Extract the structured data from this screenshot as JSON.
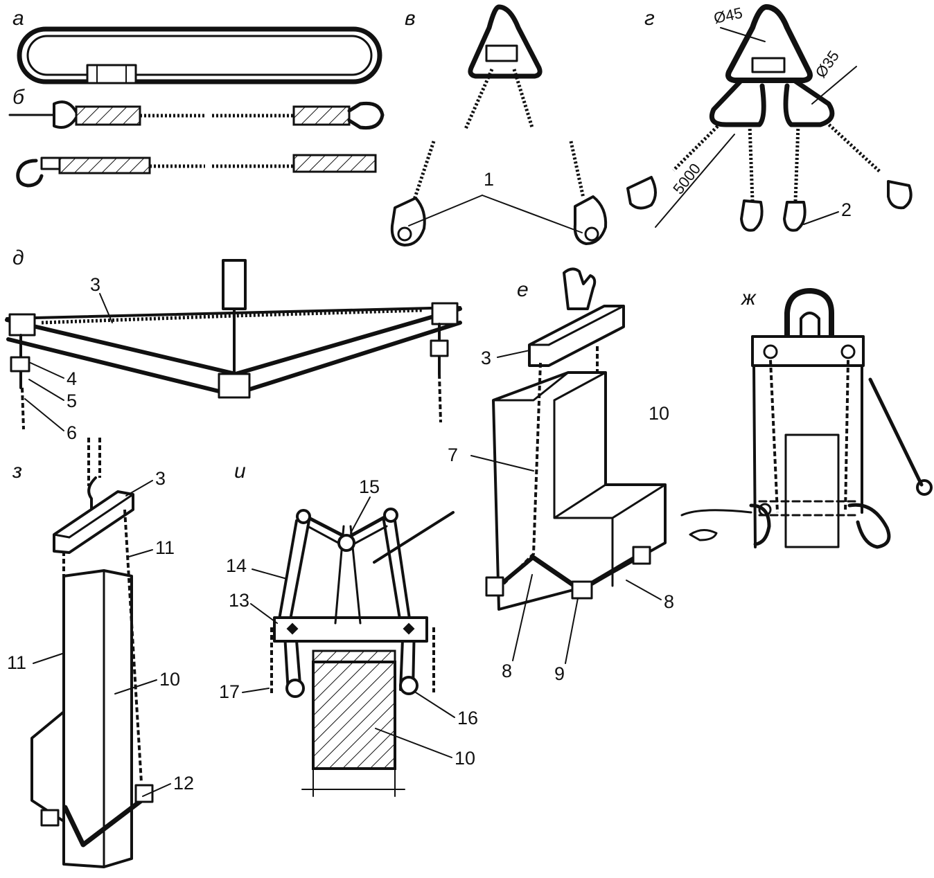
{
  "panels": {
    "a": "а",
    "b": "б",
    "v": "в",
    "g": "г",
    "d": "д",
    "e": "е",
    "zh": "ж",
    "z": "з",
    "i": "и"
  },
  "labels": {
    "n1": "1",
    "n2": "2",
    "n3": "3",
    "n4": "4",
    "n5": "5",
    "n6": "6",
    "n7": "7",
    "n8": "8",
    "n9": "9",
    "n10": "10",
    "n11": "11",
    "n12": "12",
    "n13": "13",
    "n14": "14",
    "n15": "15",
    "n16": "16",
    "n17": "17"
  },
  "dimensions": {
    "d45": "Ø45",
    "d35": "Ø35",
    "len": "5000"
  }
}
